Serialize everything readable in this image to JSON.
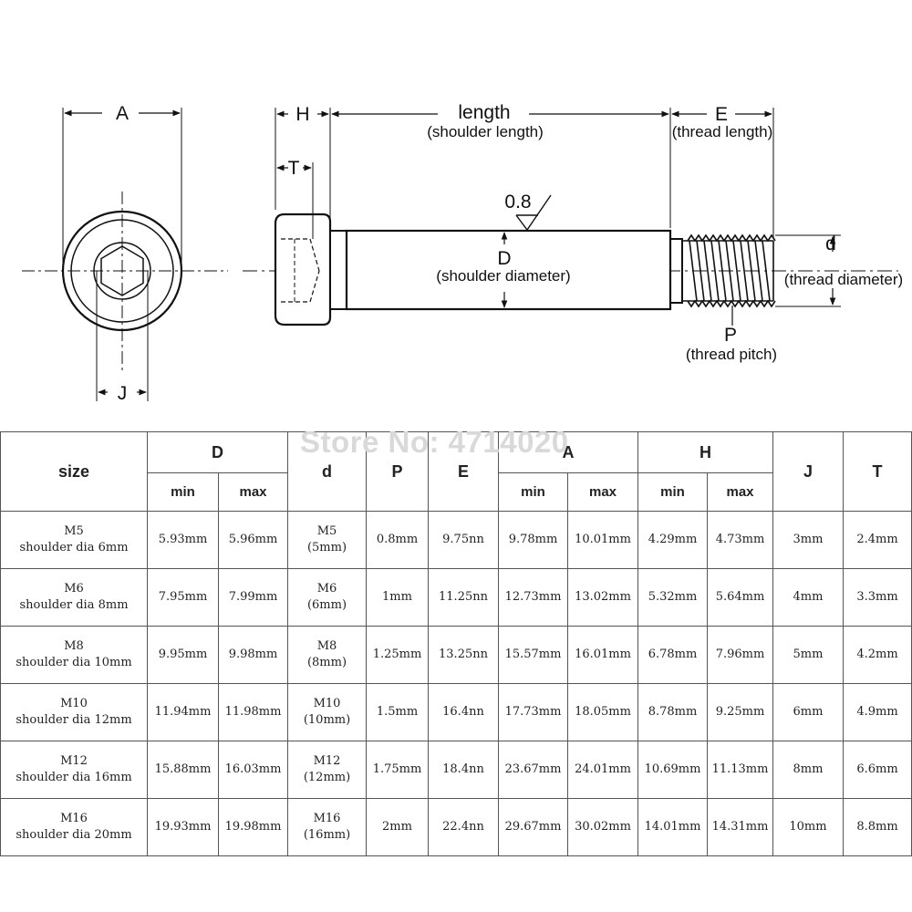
{
  "diagram": {
    "label_A": "A",
    "label_J": "J",
    "label_H": "H",
    "label_T": "T",
    "label_length": "length",
    "label_length_sub": "(shoulder length)",
    "label_E": "E",
    "label_E_sub": "(thread length)",
    "label_roughness": "0.8",
    "label_D": "D",
    "label_D_sub": "(shoulder diameter)",
    "label_d": "d",
    "label_d_sub": "(thread diameter)",
    "label_P": "P",
    "label_P_sub": "(thread pitch)"
  },
  "watermark": "Store No: 4714020",
  "table": {
    "headers": {
      "size": "size",
      "D": "D",
      "d": "d",
      "P": "P",
      "E": "E",
      "A": "A",
      "H": "H",
      "J": "J",
      "T": "T",
      "min": "min",
      "max": "max"
    },
    "rows": [
      {
        "size_line1": "M5",
        "size_line2": "shoulder dia 6mm",
        "D_min": "5.93mm",
        "D_max": "5.96mm",
        "d_line1": "M5",
        "d_line2": "(5mm)",
        "P": "0.8mm",
        "E": "9.75nn",
        "A_min": "9.78mm",
        "A_max": "10.01mm",
        "H_min": "4.29mm",
        "H_max": "4.73mm",
        "J": "3mm",
        "T": "2.4mm"
      },
      {
        "size_line1": "M6",
        "size_line2": "shoulder dia 8mm",
        "D_min": "7.95mm",
        "D_max": "7.99mm",
        "d_line1": "M6",
        "d_line2": "(6mm)",
        "P": "1mm",
        "E": "11.25nn",
        "A_min": "12.73mm",
        "A_max": "13.02mm",
        "H_min": "5.32mm",
        "H_max": "5.64mm",
        "J": "4mm",
        "T": "3.3mm"
      },
      {
        "size_line1": "M8",
        "size_line2": "shoulder dia 10mm",
        "D_min": "9.95mm",
        "D_max": "9.98mm",
        "d_line1": "M8",
        "d_line2": "(8mm)",
        "P": "1.25mm",
        "E": "13.25nn",
        "A_min": "15.57mm",
        "A_max": "16.01mm",
        "H_min": "6.78mm",
        "H_max": "7.96mm",
        "J": "5mm",
        "T": "4.2mm"
      },
      {
        "size_line1": "M10",
        "size_line2": "shoulder dia 12mm",
        "D_min": "11.94mm",
        "D_max": "11.98mm",
        "d_line1": "M10",
        "d_line2": "(10mm)",
        "P": "1.5mm",
        "E": "16.4nn",
        "A_min": "17.73mm",
        "A_max": "18.05mm",
        "H_min": "8.78mm",
        "H_max": "9.25mm",
        "J": "6mm",
        "T": "4.9mm"
      },
      {
        "size_line1": "M12",
        "size_line2": "shoulder dia 16mm",
        "D_min": "15.88mm",
        "D_max": "16.03mm",
        "d_line1": "M12",
        "d_line2": "(12mm)",
        "P": "1.75mm",
        "E": "18.4nn",
        "A_min": "23.67mm",
        "A_max": "24.01mm",
        "H_min": "10.69mm",
        "H_max": "11.13mm",
        "J": "8mm",
        "T": "6.6mm"
      },
      {
        "size_line1": "M16",
        "size_line2": "shoulder dia 20mm",
        "D_min": "19.93mm",
        "D_max": "19.98mm",
        "d_line1": "M16",
        "d_line2": "(16mm)",
        "P": "2mm",
        "E": "22.4nn",
        "A_min": "29.67mm",
        "A_max": "30.02mm",
        "H_min": "14.01mm",
        "H_max": "14.31mm",
        "J": "10mm",
        "T": "8.8mm"
      }
    ]
  }
}
